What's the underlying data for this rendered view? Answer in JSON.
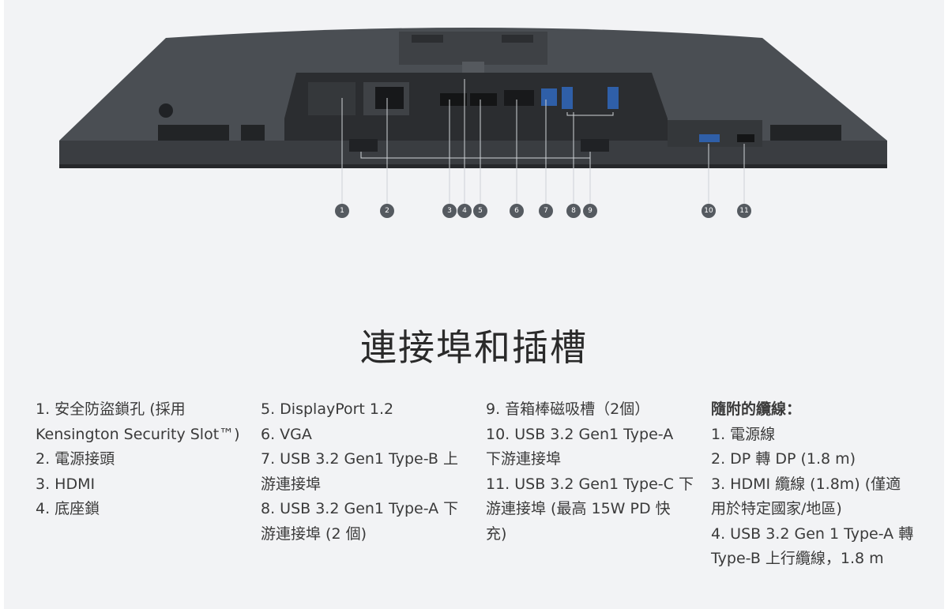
{
  "callouts": [
    "1",
    "2",
    "3",
    "4",
    "5",
    "6",
    "7",
    "8",
    "9",
    "10",
    "11"
  ],
  "title": "連接埠和插槽",
  "columns": [
    {
      "lines": [
        "1. 安全防盜鎖孔 (採用",
        "Kensington Security Slot™)",
        "2. 電源接頭",
        "3. HDMI",
        "4. 底座鎖"
      ]
    },
    {
      "lines": [
        "5. DisplayPort 1.2",
        "6. VGA",
        "7. USB 3.2 Gen1 Type-B 上",
        "游連接埠",
        "8. USB 3.2 Gen1 Type-A 下",
        "游連接埠 (2 個)"
      ]
    },
    {
      "lines": [
        "9. 音箱棒磁吸槽（2個）",
        "10. USB 3.2 Gen1 Type-A",
        "下游連接埠",
        "11. USB 3.2 Gen1 Type-C 下",
        "游連接埠 (最高 15W PD 快",
        "充)"
      ]
    },
    {
      "heading": "隨附的纜線：",
      "lines": [
        "1. 電源線",
        "2. DP 轉 DP (1.8 m)",
        "3. HDMI 纜線 (1.8m) (僅適",
        "用於特定國家/地區)",
        "4. USB 3.2 Gen 1 Type-A 轉",
        "Type-B 上行纜線，1.8 m"
      ]
    }
  ]
}
